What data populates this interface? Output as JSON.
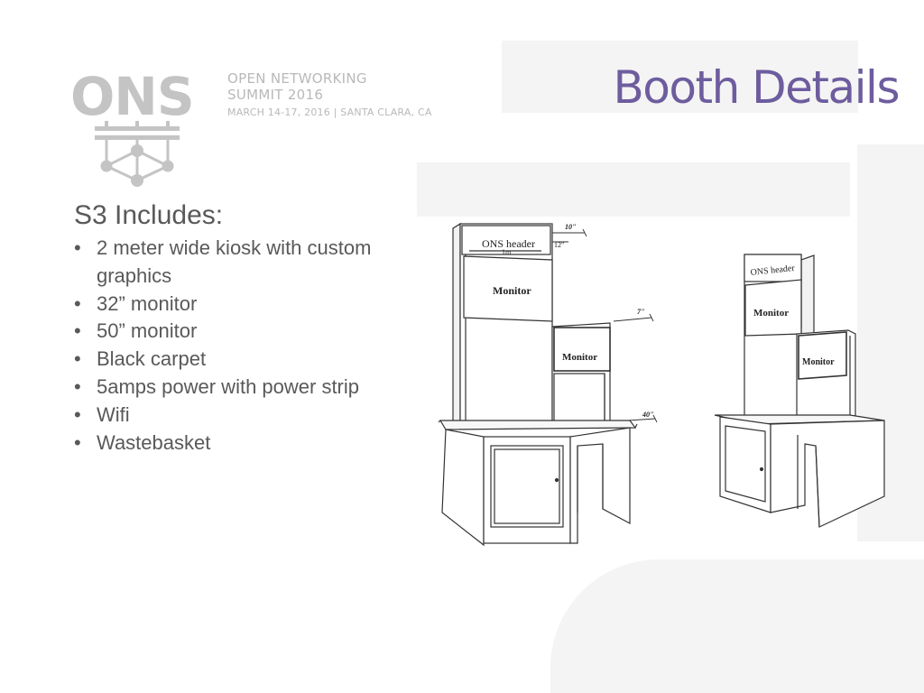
{
  "logo": {
    "wordmark": "ONS",
    "line1": "OPEN NETWORKING",
    "line2": "SUMMIT 2016",
    "line3": "MARCH 14-17, 2016 | SANTA CLARA, CA",
    "color": "#c4c4c4"
  },
  "title": "Booth Details",
  "title_color": "#6d5d9e",
  "includes": {
    "heading": "S3 Includes:",
    "bullet_char": "•",
    "items": [
      "2 meter wide kiosk with custom graphics",
      "32” monitor",
      "50” monitor",
      "Black carpet",
      "5amps power with power strip",
      "Wifi",
      "Wastebasket"
    ]
  },
  "drawing": {
    "front_view": {
      "header_label": "ONS header",
      "header_width": "1m",
      "monitor_large": "Monitor",
      "monitor_small": "Monitor",
      "dim_header_depth": "10\"",
      "dim_header_height": "12\"",
      "dim_monitor": "7\"",
      "dim_counter": "40\""
    },
    "side_view": {
      "header_label": "ONS header",
      "monitor_large": "Monitor",
      "monitor_small": "Monitor"
    }
  }
}
